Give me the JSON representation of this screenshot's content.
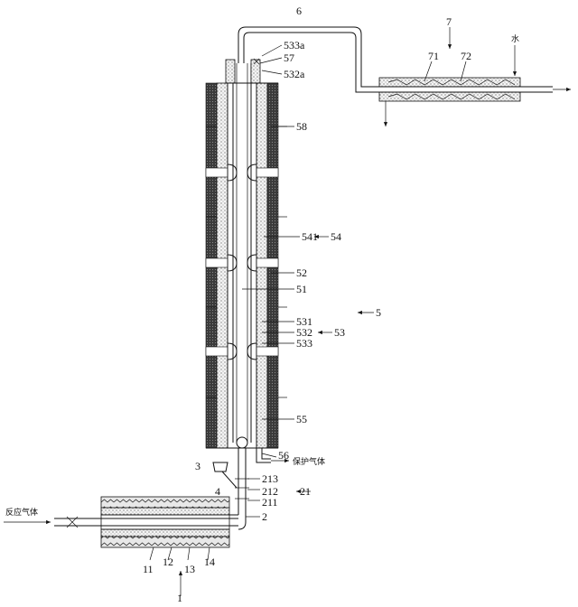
{
  "labels": {
    "l6": "6",
    "l533a": "533a",
    "l57": "57",
    "l532a": "532a",
    "l7": "7",
    "l71": "71",
    "l72": "72",
    "water": "水",
    "l58": "58",
    "l541": "541",
    "l54": "54",
    "l52": "52",
    "l51": "51",
    "l5": "5",
    "l531": "531",
    "l532": "532",
    "l533": "533",
    "l53": "53",
    "l55": "55",
    "l56": "56",
    "protect_gas": "保护气体",
    "l3": "3",
    "l4": "4",
    "l213": "213",
    "l212": "212",
    "l21": "21",
    "l211": "211",
    "l2": "2",
    "reaction_gas": "反应气体",
    "l11": "11",
    "l12": "12",
    "l13": "13",
    "l14": "14",
    "l1": "1"
  }
}
